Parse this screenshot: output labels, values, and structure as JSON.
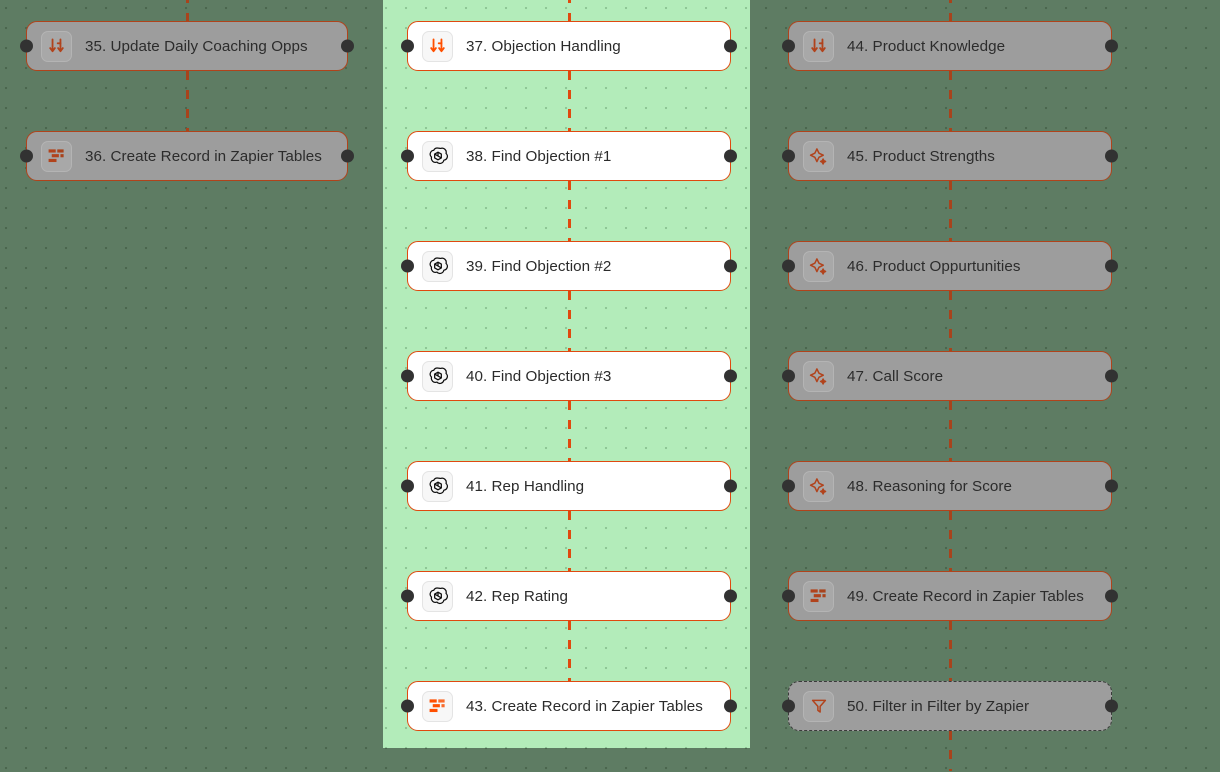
{
  "canvas": {
    "background_color": "#5e7c63",
    "selection_color": "#b3ecba",
    "accent_color": "#e0490f",
    "handle_color": "#323232"
  },
  "columns": [
    {
      "name": "left-column",
      "selected": false,
      "nodes": [
        {
          "id": 35,
          "label": "35. Update Daily Coaching Opps",
          "icon": "paths-split-icon",
          "state": "dim"
        },
        {
          "id": 36,
          "label": "36. Create Record in Zapier Tables",
          "icon": "zapier-tables-icon",
          "state": "dim"
        }
      ]
    },
    {
      "name": "middle-column",
      "selected": true,
      "nodes": [
        {
          "id": 37,
          "label": "37. Objection Handling",
          "icon": "paths-split-icon",
          "state": "active"
        },
        {
          "id": 38,
          "label": "38. Find Objection #1",
          "icon": "openai-icon",
          "state": "active"
        },
        {
          "id": 39,
          "label": "39. Find Objection #2",
          "icon": "openai-icon",
          "state": "active"
        },
        {
          "id": 40,
          "label": "40. Find Objection #3",
          "icon": "openai-icon",
          "state": "active"
        },
        {
          "id": 41,
          "label": "41. Rep Handling",
          "icon": "openai-icon",
          "state": "active"
        },
        {
          "id": 42,
          "label": "42. Rep Rating",
          "icon": "openai-icon",
          "state": "active"
        },
        {
          "id": 43,
          "label": "43. Create Record in Zapier Tables",
          "icon": "zapier-tables-icon",
          "state": "active"
        }
      ]
    },
    {
      "name": "right-column",
      "selected": false,
      "nodes": [
        {
          "id": 44,
          "label": "44. Product Knowledge",
          "icon": "paths-split-icon",
          "state": "dim"
        },
        {
          "id": 45,
          "label": "45. Product Strengths",
          "icon": "sparkle-ai-icon",
          "state": "dim"
        },
        {
          "id": 46,
          "label": "46. Product Oppurtunities",
          "icon": "sparkle-ai-icon",
          "state": "dim"
        },
        {
          "id": 47,
          "label": "47. Call Score",
          "icon": "sparkle-ai-icon",
          "state": "dim"
        },
        {
          "id": 48,
          "label": "48. Reasoning for Score",
          "icon": "sparkle-ai-icon",
          "state": "dim"
        },
        {
          "id": 49,
          "label": "49. Create Record in Zapier Tables",
          "icon": "zapier-tables-icon",
          "state": "dim"
        },
        {
          "id": 50,
          "label": "50. Filter in Filter by Zapier",
          "icon": "filter-icon",
          "state": "dashed"
        }
      ]
    }
  ]
}
